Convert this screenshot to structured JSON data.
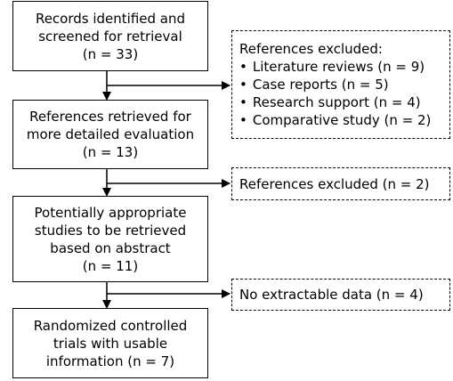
{
  "boxes": {
    "records_screened": [
      "Records identified and",
      "screened for retrieval",
      "(n = 33)"
    ],
    "references_retrieved": [
      "References retrieved for",
      "more detailed evaluation",
      "(n = 13)"
    ],
    "potentially_appropriate": [
      "Potentially appropriate",
      "studies to be retrieved",
      "based on abstract",
      "(n = 11)"
    ],
    "rct_usable": [
      "Randomized controlled",
      "trials with usable",
      "information (n = 7)"
    ]
  },
  "exclusions": {
    "first": {
      "title": "References excluded:",
      "items": [
        "Literature reviews (n = 9)",
        "Case reports (n = 5)",
        "Research support (n = 4)",
        "Comparative study (n = 2)"
      ]
    },
    "second": "References excluded (n = 2)",
    "third": "No extractable data (n = 4)"
  }
}
